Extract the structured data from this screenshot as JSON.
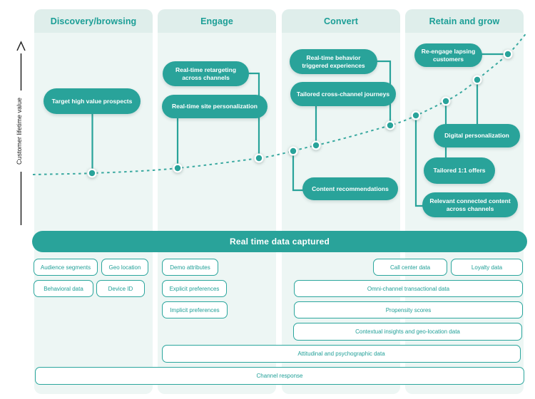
{
  "axis": {
    "label": "Customer lifetime value"
  },
  "columns": [
    {
      "title": "Discovery/browsing",
      "pills": [
        {
          "label": "Target high value prospects"
        }
      ]
    },
    {
      "title": "Engage",
      "pills": [
        {
          "label": "Real-time retargeting across channels"
        },
        {
          "label": "Real-time site personalization"
        }
      ]
    },
    {
      "title": "Convert",
      "pills": [
        {
          "label": "Real-time behavior triggered experiences"
        },
        {
          "label": "Tailored cross-channel journeys"
        },
        {
          "label": "Content recommendations"
        }
      ]
    },
    {
      "title": "Retain and grow",
      "pills": [
        {
          "label": "Re-engage lapsing customers"
        },
        {
          "label": "Digital personalization"
        },
        {
          "label": "Tailored 1:1 offers"
        },
        {
          "label": "Relevant connected content across channels"
        }
      ]
    }
  ],
  "banner": {
    "label": "Real time data captured"
  },
  "chips": [
    {
      "label": "Audience segments"
    },
    {
      "label": "Geo location"
    },
    {
      "label": "Behavioral data"
    },
    {
      "label": "Device ID"
    },
    {
      "label": "Demo attributes"
    },
    {
      "label": "Explicit preferences"
    },
    {
      "label": "Implicit preferences"
    },
    {
      "label": "Call center data"
    },
    {
      "label": "Loyalty data"
    },
    {
      "label": "Omni-channel transactional data"
    },
    {
      "label": "Propensity scores"
    },
    {
      "label": "Contextual insights and geo-location data"
    },
    {
      "label": "Attitudinal and psychographic data"
    },
    {
      "label": "Channel response"
    }
  ],
  "colors": {
    "teal": "#29a39a",
    "panel_body": "#edf6f4",
    "panel_header": "#dfeeeb",
    "chip_text": "#1f9f97",
    "axis_text": "#222222"
  }
}
